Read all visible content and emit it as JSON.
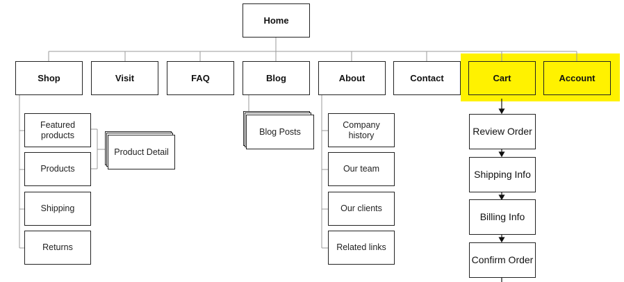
{
  "colors": {
    "highlight": "#FFF200",
    "line": "#9a9a9a",
    "border": "#222222"
  },
  "sitemap": {
    "root": {
      "label": "Home"
    },
    "nav": [
      {
        "key": "shop",
        "label": "Shop"
      },
      {
        "key": "visit",
        "label": "Visit"
      },
      {
        "key": "faq",
        "label": "FAQ"
      },
      {
        "key": "blog",
        "label": "Blog"
      },
      {
        "key": "about",
        "label": "About"
      },
      {
        "key": "contact",
        "label": "Contact"
      },
      {
        "key": "cart",
        "label": "Cart"
      },
      {
        "key": "account",
        "label": "Account"
      }
    ],
    "shop_children": [
      {
        "label": "Featured products"
      },
      {
        "label": "Products"
      },
      {
        "label": "Shipping"
      },
      {
        "label": "Returns"
      }
    ],
    "product_detail": {
      "label": "Product Detail"
    },
    "blog_posts": {
      "label": "Blog Posts"
    },
    "about_children": [
      {
        "label": "Company history"
      },
      {
        "label": "Our team"
      },
      {
        "label": "Our clients"
      },
      {
        "label": "Related links"
      }
    ],
    "cart_flow": [
      {
        "label": "Review Order"
      },
      {
        "label": "Shipping Info"
      },
      {
        "label": "Billing Info"
      },
      {
        "label": "Confirm Order"
      }
    ]
  }
}
